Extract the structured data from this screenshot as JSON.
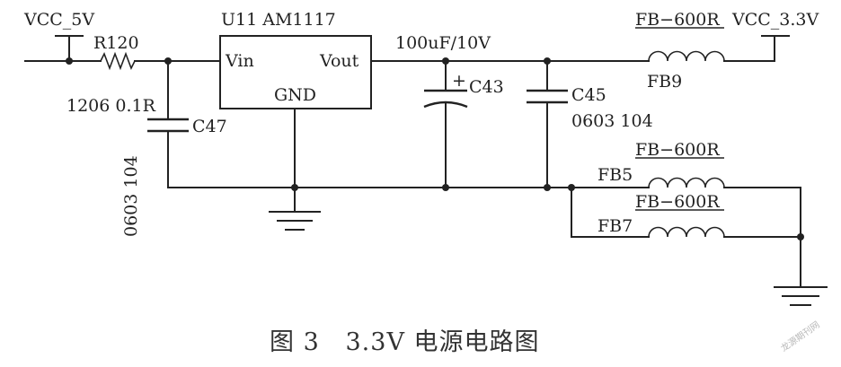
{
  "labels": {
    "vcc_in": "VCC_5V",
    "r120": "R120",
    "r120_spec": "1206 0.1R",
    "u11": "U11 AM1117",
    "vin": "Vin",
    "vout": "Vout",
    "gnd": "GND",
    "c43_value": "100uF/10V",
    "c43_plus": "+",
    "c43": "C43",
    "c45": "C45",
    "c45_spec": "0603 104",
    "c47": "C47",
    "c47_spec": "0603 104",
    "fb9_value": "FB−600R",
    "fb9": "FB9",
    "vcc_out": "VCC_3.3V",
    "fb5_value": "FB−600R",
    "fb5": "FB5",
    "fb7_value": "FB−600R",
    "fb7": "FB7"
  },
  "caption": "图 3   3.3V 电源电路图",
  "watermark": "龙源期刊网"
}
